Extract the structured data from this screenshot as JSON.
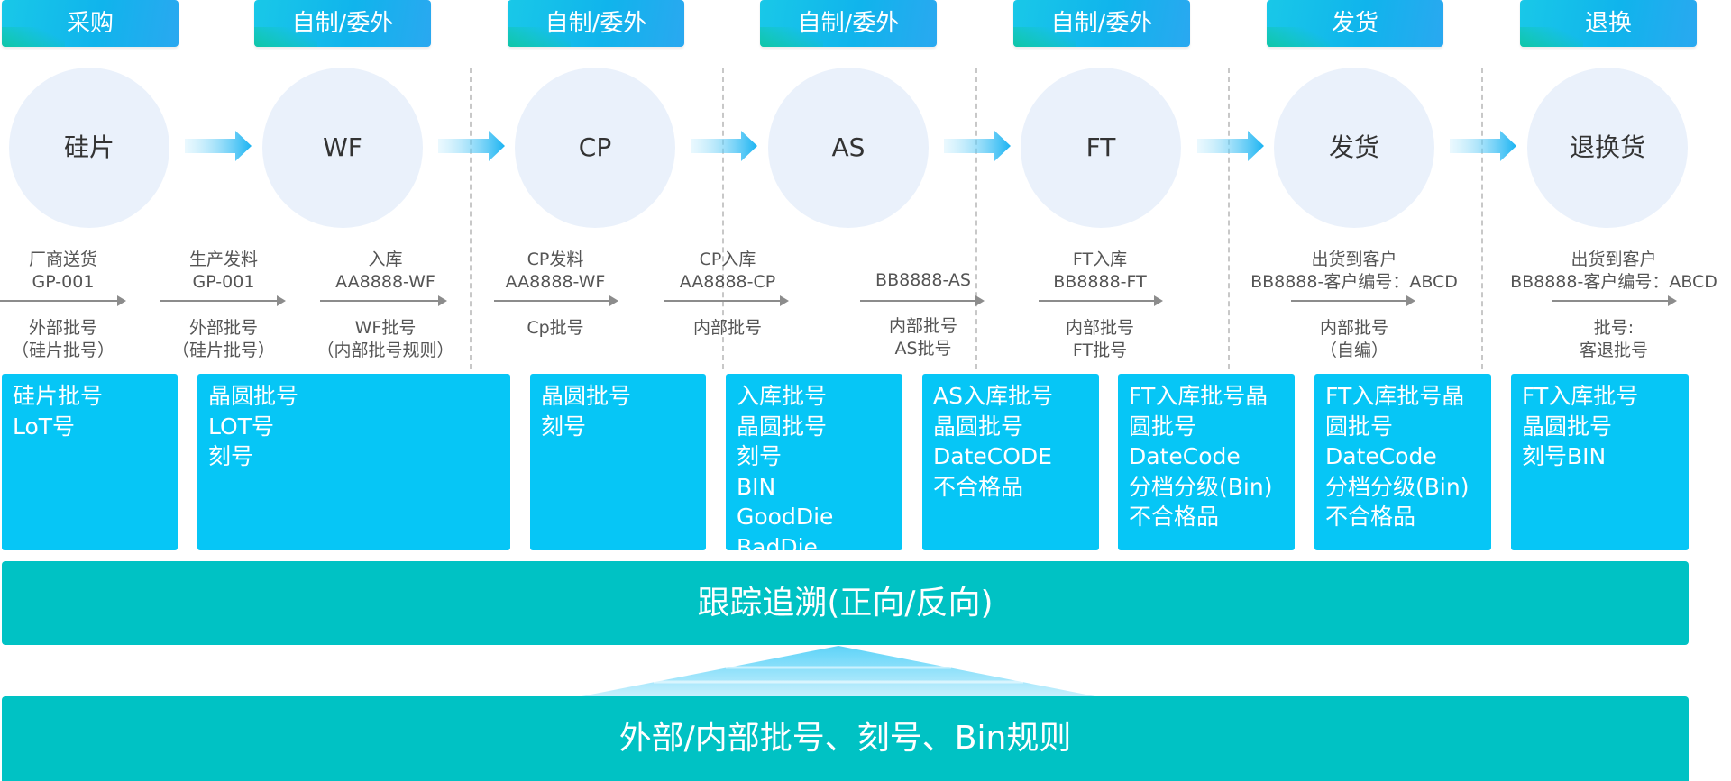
{
  "stages": [
    "采购",
    "自制/委外",
    "自制/委外",
    "自制/委外",
    "自制/委外",
    "发货",
    "退换"
  ],
  "nodes": [
    "硅片",
    "WF",
    "CP",
    "AS",
    "FT",
    "发货",
    "退换货"
  ],
  "notes": [
    {
      "top": [
        "厂商送货",
        "GP-001"
      ],
      "bottom": [
        "外部批号",
        "（硅片批号）"
      ]
    },
    {
      "top": [
        "生产发料",
        "GP-001"
      ],
      "bottom": [
        "外部批号",
        "（硅片批号）"
      ]
    },
    {
      "top": [
        "入库",
        "AA8888-WF"
      ],
      "bottom": [
        "WF批号",
        "（内部批号规则）"
      ]
    },
    {
      "top": [
        "CP发料",
        "AA8888-WF"
      ],
      "bottom": [
        "Cp批号"
      ]
    },
    {
      "top": [
        "CP入库",
        "AA8888-CP"
      ],
      "bottom": [
        "内部批号"
      ]
    },
    {
      "top": [
        "BB8888-AS"
      ],
      "bottom": [
        "内部批号",
        "AS批号"
      ]
    },
    {
      "top": [
        "FT入库",
        "BB8888-FT"
      ],
      "bottom": [
        "内部批号",
        "FT批号"
      ]
    },
    {
      "top": [
        "出货到客户",
        "BB8888-客户编号：ABCD"
      ],
      "bottom": [
        "内部批号",
        "（自编）"
      ]
    },
    {
      "top": [
        "出货到客户",
        "BB8888-客户编号：ABCD"
      ],
      "bottom": [
        "批号:",
        "客退批号"
      ]
    }
  ],
  "boxes": [
    [
      "硅片批号",
      "LoT号"
    ],
    [
      "晶圆批号",
      "LOT号",
      "刻号"
    ],
    [
      "晶圆批号",
      "刻号"
    ],
    [
      "入库批号",
      "晶圆批号",
      "刻号",
      "BIN",
      "GoodDie",
      "BadDie"
    ],
    [
      "AS入库批号",
      "晶圆批号",
      "DateCODE",
      "不合格品"
    ],
    [
      "FT入库批号晶",
      "圆批号",
      "DateCode",
      "分档分级(Bin)",
      "不合格品"
    ],
    [
      "FT入库批号晶",
      "圆批号",
      "DateCode",
      "分档分级(Bin)",
      "不合格品"
    ],
    [
      "FT入库批号",
      "晶圆批号",
      "刻号BIN"
    ]
  ],
  "trace_bar": "跟踪追溯(正向/反向)",
  "rule_bar": "外部/内部批号、刻号、Bin规则",
  "colors": {
    "stage": "#10b4ec",
    "circle": "#eaf1fb",
    "box": "#06c6f6",
    "bar": "#00c2c4"
  }
}
